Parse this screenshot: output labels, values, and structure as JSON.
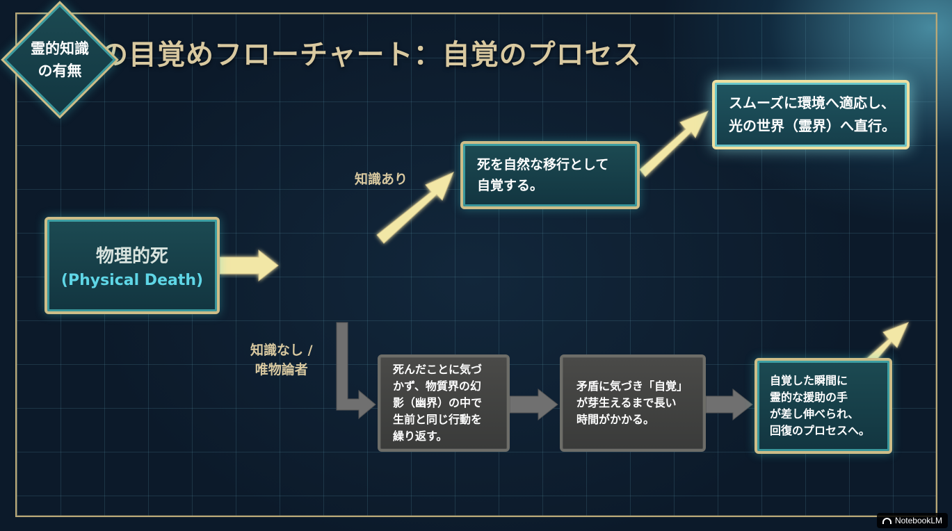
{
  "title": "死後の目覚めフローチャート：自覚のプロセス",
  "nodes": {
    "physical_death": {
      "line1": "物理的死",
      "line2": "(Physical Death)"
    },
    "decision": {
      "line1": "霊的知識",
      "line2": "の有無"
    },
    "aware": {
      "line1": "死を自然な移行として",
      "line2": "自覚する。"
    },
    "light_world": {
      "line1": "スムーズに環境へ適応し、",
      "line2": "光の世界（霊界）へ直行。"
    },
    "illusion": {
      "line1": "死んだことに気づ",
      "line2": "かず、物質界の幻",
      "line3": "影（幽界）の中で",
      "line4": "生前と同じ行動を",
      "line5": "繰り返す。"
    },
    "contradiction": {
      "line1": "矛盾に気づき「自覚」",
      "line2": "が芽生えるまで長い",
      "line3": "時間がかかる。"
    },
    "recovery": {
      "line1": "自覚した瞬間に",
      "line2": "霊的な援助の手",
      "line3": "が差し伸べられ、",
      "line4": "回復のプロセスへ。"
    }
  },
  "edge_labels": {
    "with_knowledge": "知識あり",
    "without_knowledge_line1": "知識なし /",
    "without_knowledge_line2": "唯物論者"
  },
  "colors": {
    "background": "#0c1a2a",
    "title": "#d9c9a0",
    "gold_border": "#cdbd88",
    "teal_glow": "#5ae6e6",
    "gray_node": "#4a4a48",
    "yellow_arrow": "#f2e7a6",
    "gray_arrow": "#707070"
  },
  "footer": {
    "brand": "NotebookLM"
  }
}
